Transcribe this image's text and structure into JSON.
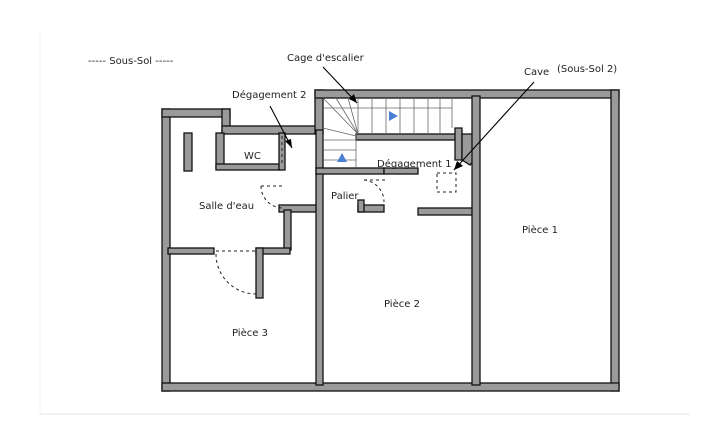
{
  "title": "----- Sous-Sol -----",
  "labels": {
    "cage_escalier": "Cage d'escalier",
    "degagement_2": "Dégagement 2",
    "cave": "Cave",
    "sous_sol_2": "(Sous-Sol 2)",
    "wc": "WC",
    "degagement_1": "Dégagement 1",
    "palier": "Palier",
    "salle_eau": "Salle d'eau",
    "piece_1": "Pièce 1",
    "piece_2": "Pièce 2",
    "piece_3": "Pièce 3"
  },
  "colors": {
    "wall_fill": "#9a9a9a",
    "wall_stroke": "#111111",
    "stair_arrow": "#4a7fd4"
  }
}
